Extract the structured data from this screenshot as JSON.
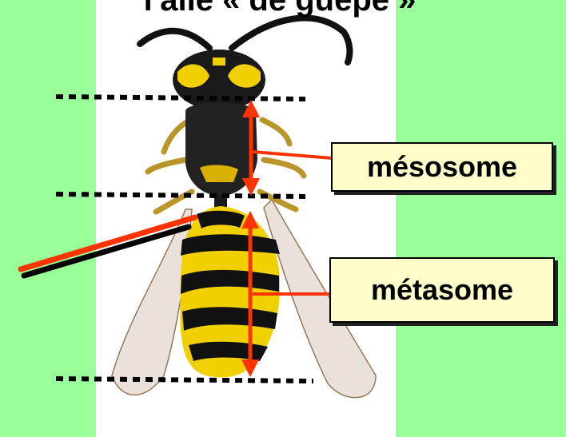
{
  "title": "l'aile « de guêpe »",
  "labels": {
    "mesosome": "mésosome",
    "metasome": "métasome"
  },
  "colors": {
    "background": "#99FF99",
    "photo_panel": "#FFFFFF",
    "arrow": "#FF3300",
    "label_fill": "#FFFFCC"
  }
}
